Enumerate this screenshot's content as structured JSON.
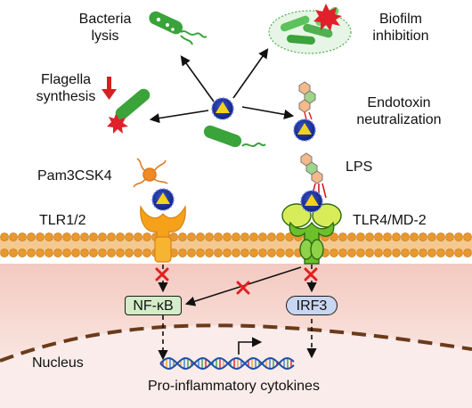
{
  "labels": {
    "bacteria_lysis": [
      "Bacteria",
      "lysis"
    ],
    "biofilm_inhibition": [
      "Biofilm",
      "inhibition"
    ],
    "flagella_synthesis": [
      "Flagella",
      "synthesis"
    ],
    "endotoxin_neutralization": [
      "Endotoxin",
      "neutralization"
    ],
    "pam3csk4": "Pam3CSK4",
    "lps": "LPS",
    "tlr12": "TLR1/2",
    "tlr4md2": "TLR4/MD-2",
    "nfkb": "NF-κB",
    "irf3": "IRF3",
    "nucleus": "Nucleus",
    "cytokines": "Pro-inflammatory cytokines"
  },
  "colors": {
    "bacteria_green": "#3aa33a",
    "biofilm_green": "#5cc25c",
    "burst_red": "#e0202a",
    "receptor_orange": "#f5a21a",
    "receptor_green": "#6cc02a",
    "membrane_orange": "#e8982e",
    "cytoplasm_pink": "#f6dcd6",
    "nfkb_fill": "#d4ecc8",
    "irf3_fill": "#c9d6f2",
    "nanoparticle_blue": "#1b2e8c",
    "nanoparticle_yellow": "#f2d21a",
    "inhibit_red": "#e02020",
    "nucleus_border": "#6b3a1a"
  },
  "icons": [
    "nanoparticle-icon",
    "bacterium-icon",
    "biofilm-icon",
    "burst-icon",
    "dna-icon",
    "inhibition-x-icon",
    "down-arrow-icon"
  ]
}
